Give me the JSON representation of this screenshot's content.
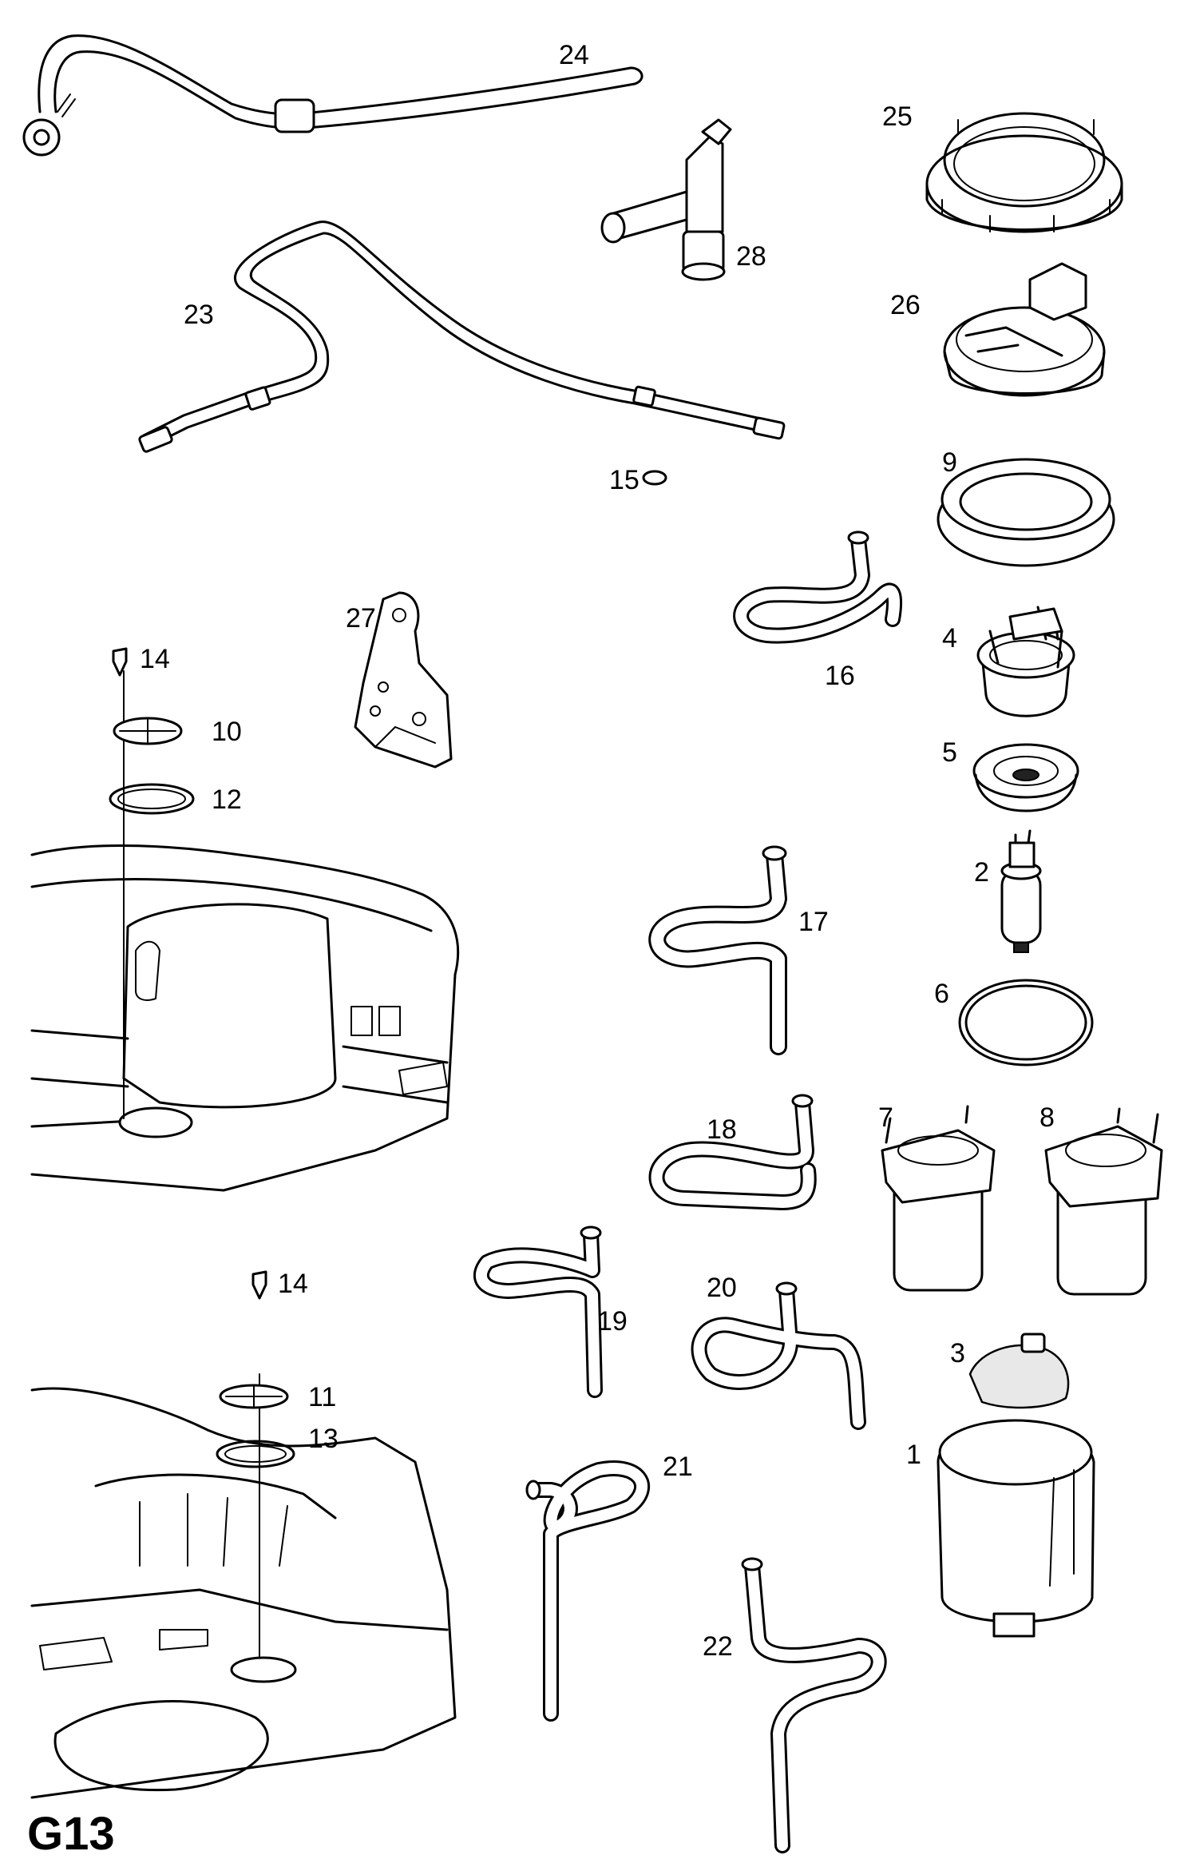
{
  "page_code": "G13",
  "callouts": {
    "c1": "1",
    "c2": "2",
    "c3": "3",
    "c4": "4",
    "c5": "5",
    "c6": "6",
    "c7": "7",
    "c8": "8",
    "c9": "9",
    "c10": "10",
    "c11": "11",
    "c12": "12",
    "c13": "13",
    "c14a": "14",
    "c14b": "14",
    "c15": "15",
    "c16": "16",
    "c17": "17",
    "c18": "18",
    "c19": "19",
    "c20": "20",
    "c21": "21",
    "c22": "22",
    "c23": "23",
    "c24": "24",
    "c25": "25",
    "c26": "26",
    "c27": "27",
    "c28": "28"
  }
}
